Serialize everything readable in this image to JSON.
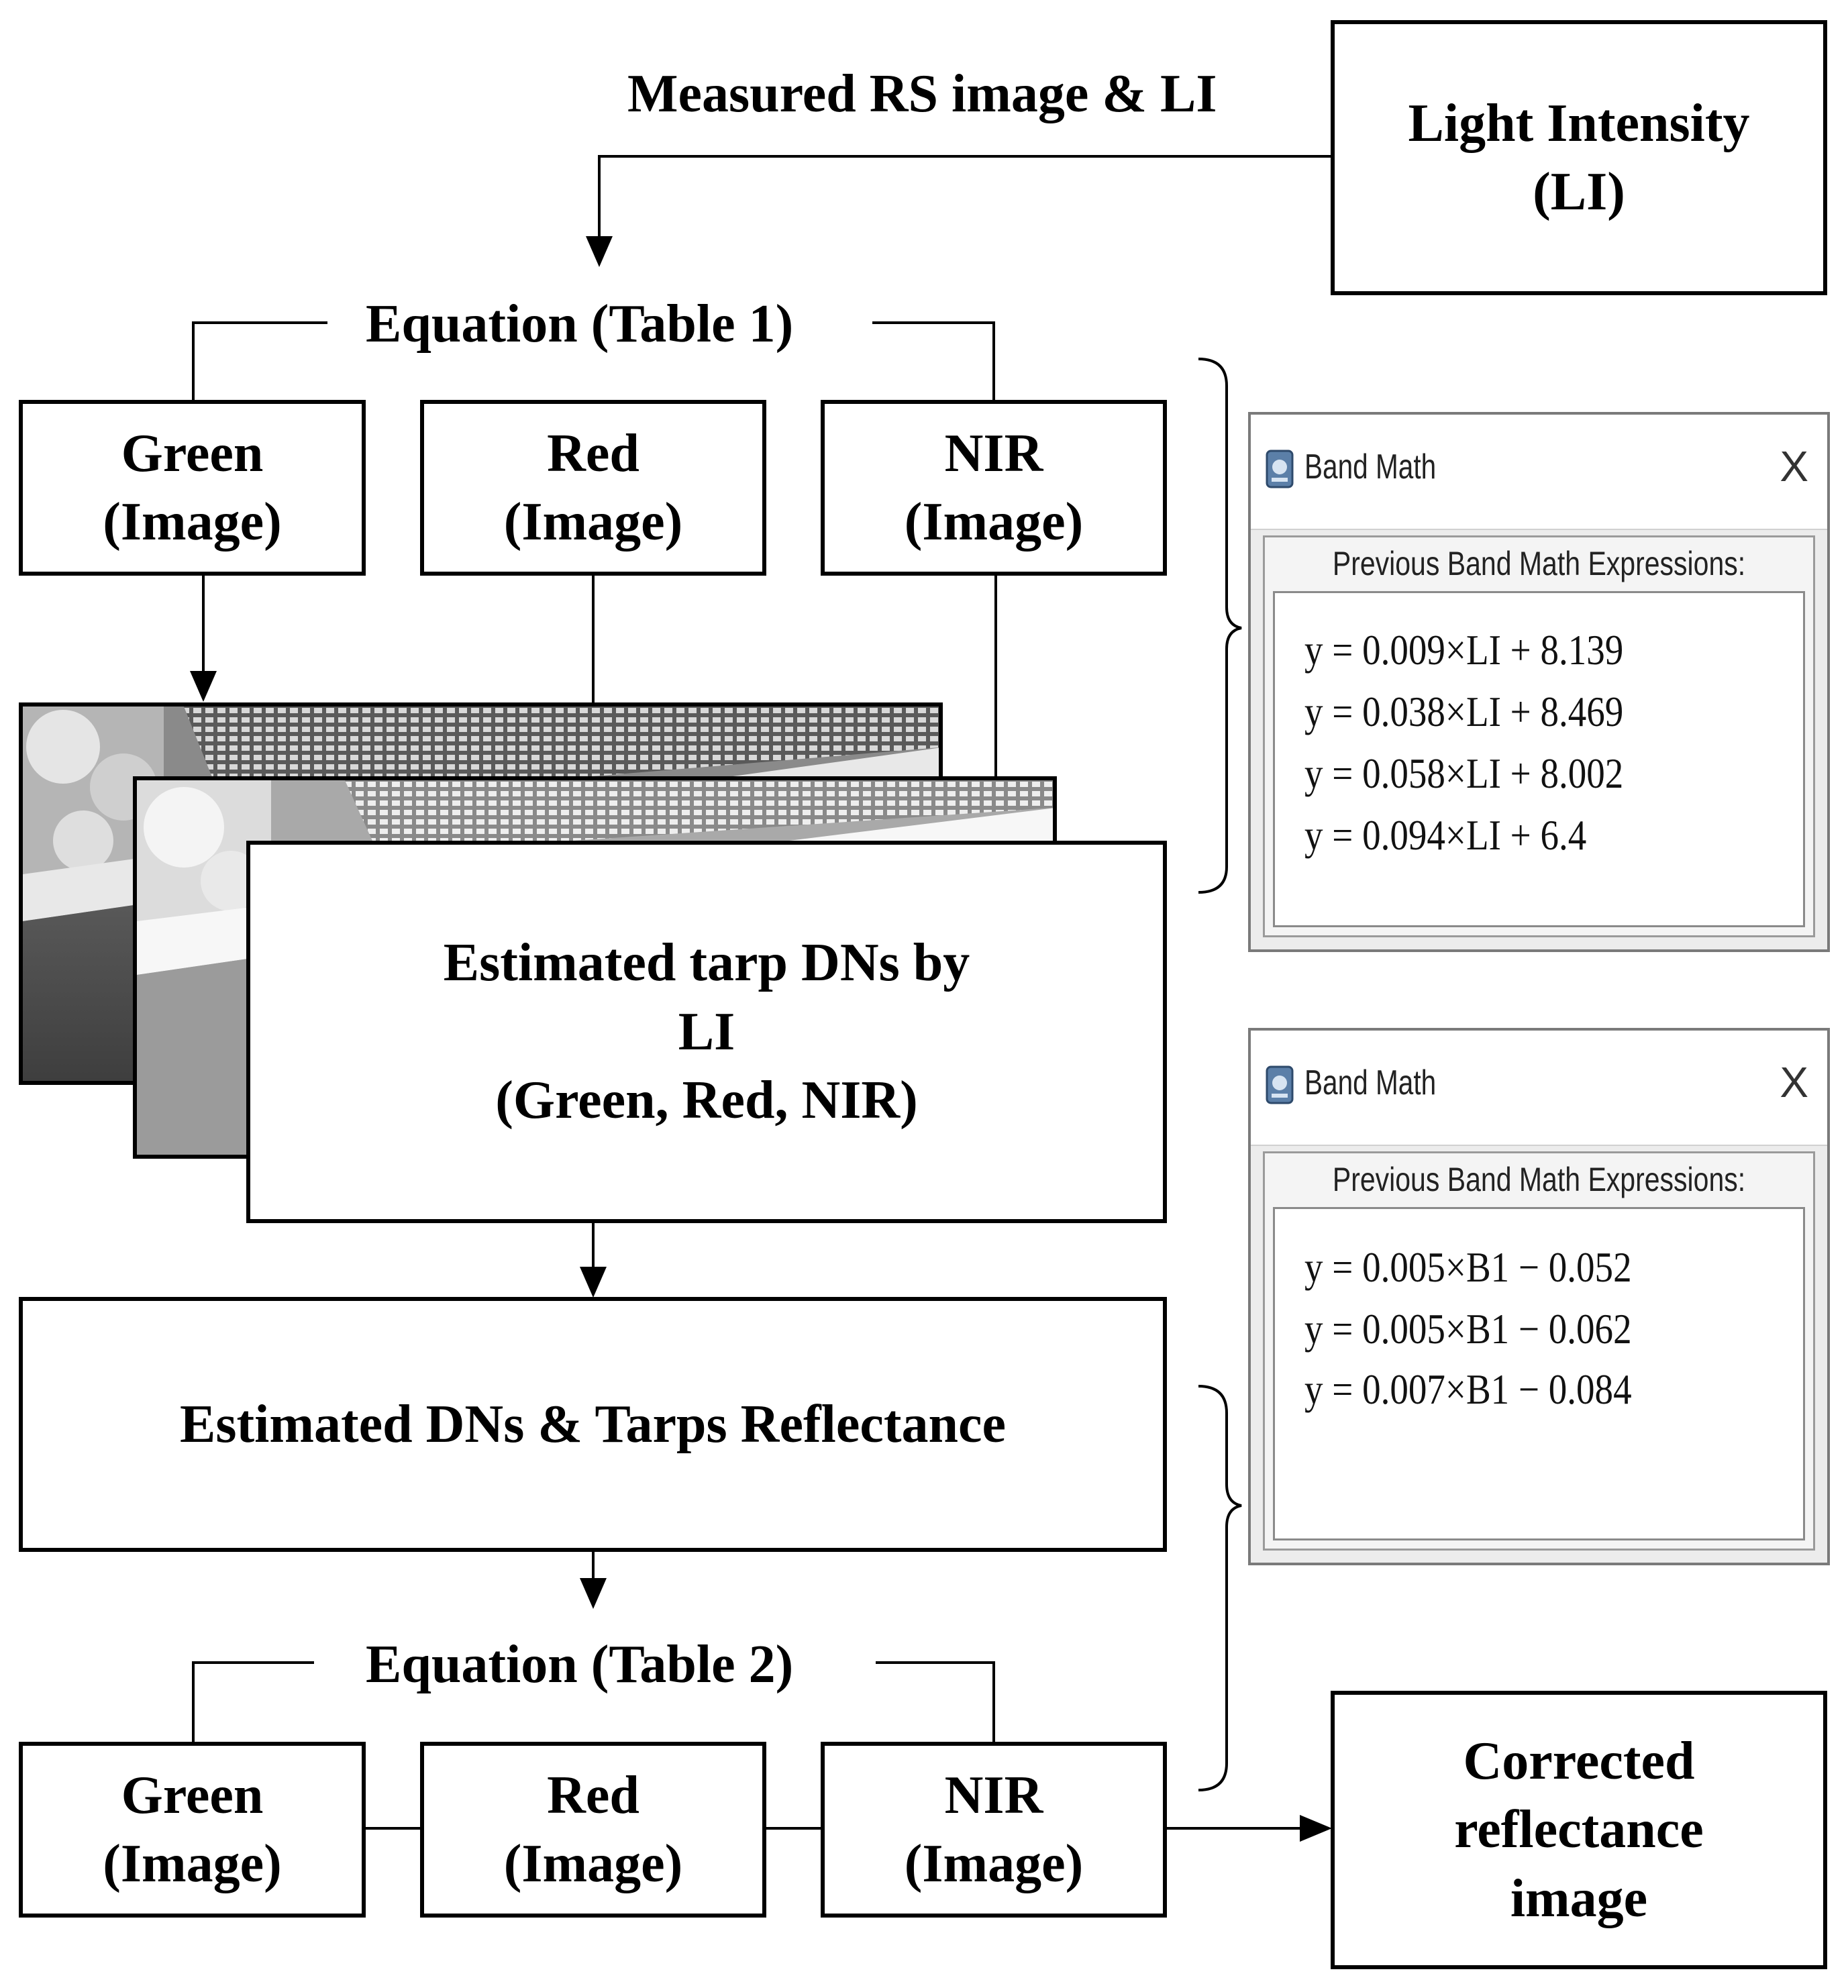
{
  "top": {
    "flow_label": "Measured RS image & LI",
    "light_intensity_box": [
      "Light Intensity",
      "(LI)"
    ]
  },
  "equation1": {
    "label": "Equation (Table 1)"
  },
  "bands1": [
    {
      "name": "Green",
      "sub": "(Image)"
    },
    {
      "name": "Red",
      "sub": "(Image)"
    },
    {
      "name": "NIR",
      "sub": "(Image)"
    }
  ],
  "estimated_tarp_box": [
    "Estimated tarp DNs by",
    "LI",
    "(Green, Red, NIR)"
  ],
  "estimated_dns_box": "Estimated DNs & Tarps Reflectance",
  "equation2": {
    "label": "Equation (Table 2)"
  },
  "bands2": [
    {
      "name": "Green",
      "sub": "(Image)"
    },
    {
      "name": "Red",
      "sub": "(Image)"
    },
    {
      "name": "NIR",
      "sub": "(Image)"
    }
  ],
  "corrected_box": [
    "Corrected",
    "reflectance",
    "image"
  ],
  "dialog1": {
    "title": "Band Math",
    "close": "X",
    "group_title": "Previous Band Math Expressions:",
    "expressions": [
      "y = 0.009×LI + 8.139",
      "y = 0.038×LI + 8.469",
      "y = 0.058×LI + 8.002",
      "y = 0.094×LI + 6.4"
    ]
  },
  "dialog2": {
    "title": "Band Math",
    "close": "X",
    "group_title": "Previous Band Math Expressions:",
    "expressions": [
      "y = 0.005×B1 − 0.052",
      "y = 0.005×B1 − 0.062",
      "y = 0.007×B1 − 0.084"
    ]
  }
}
